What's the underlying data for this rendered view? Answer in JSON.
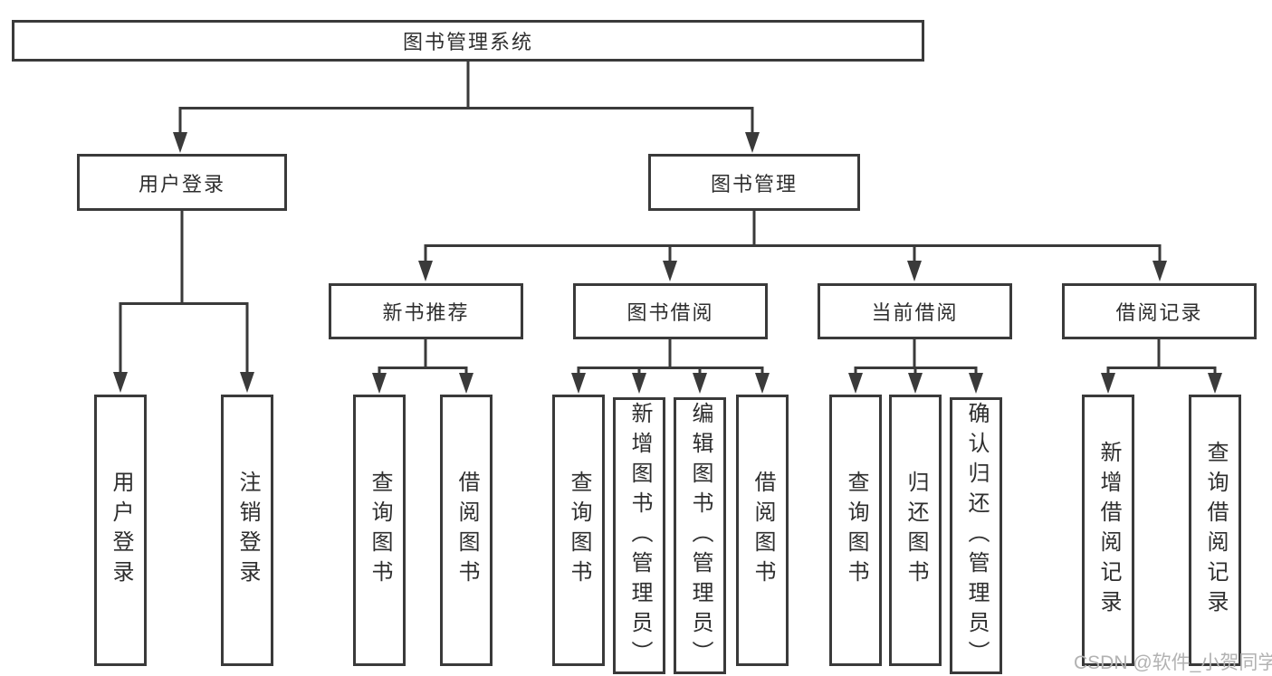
{
  "tree": {
    "root": {
      "label": "图书管理系统"
    },
    "children": [
      {
        "label": "用户登录",
        "children": [
          {
            "label": "用户登录"
          },
          {
            "label": "注销登录"
          }
        ]
      },
      {
        "label": "图书管理",
        "children": [
          {
            "label": "新书推荐",
            "children": [
              {
                "label": "查询图书"
              },
              {
                "label": "借阅图书"
              }
            ]
          },
          {
            "label": "图书借阅",
            "children": [
              {
                "label": "查询图书"
              },
              {
                "label": "新增图书（管理员）"
              },
              {
                "label": "编辑图书（管理员）"
              },
              {
                "label": "借阅图书"
              }
            ]
          },
          {
            "label": "当前借阅",
            "children": [
              {
                "label": "查询图书"
              },
              {
                "label": "归还图书"
              },
              {
                "label": "确认归还（管理员）"
              }
            ]
          },
          {
            "label": "借阅记录",
            "children": [
              {
                "label": "新增借阅记录"
              },
              {
                "label": "查询借阅记录"
              }
            ]
          }
        ]
      }
    ]
  },
  "watermark": {
    "text": "CSDN @软件_小贺同学"
  },
  "colors": {
    "line": "#3a3a3a",
    "node_border": "#3a3a3a",
    "node_text": "#2e2e2e",
    "watermark": "#b2b2b2",
    "background": "#ffffff"
  }
}
